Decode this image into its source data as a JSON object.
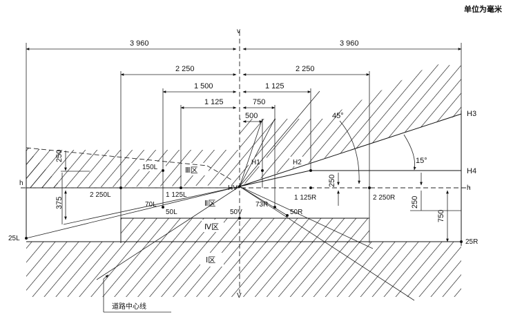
{
  "unit_note": "单位为毫米",
  "axis": {
    "v_top": "v",
    "v_bottom": "V",
    "h_left": "h",
    "h_right": "h"
  },
  "dimensions": {
    "d3960_left": "3 960",
    "d3960_right": "3 960",
    "d2250_left": "2 250",
    "d2250_right": "2 250",
    "d1500": "1 500",
    "d1125_top_right": "1 125",
    "d1125_left": "1 125",
    "d750": "750",
    "d500": "500",
    "v250_left": "250",
    "v375": "375",
    "v250_right": "250",
    "v250_center": "250",
    "v750": "750"
  },
  "angles": {
    "a45": "45°",
    "a15": "15°"
  },
  "zones": {
    "zone1": "Ⅰ区",
    "zone2": "Ⅱ区",
    "zone3": "Ⅲ区",
    "zone4": "Ⅳ区"
  },
  "points": {
    "p25L": "25L",
    "p25R": "25R",
    "p2250L": "2 250L",
    "p2250R": "2 250R",
    "p1125L": "1 125L",
    "p1125R": "1 125R",
    "p50L": "50L",
    "p50V": "50V",
    "p50R": "50R",
    "p70L": "70L",
    "p73R": "73R",
    "p150L": "150L",
    "pHV": "HV",
    "pH1": "H1",
    "pH2": "H2",
    "pH3": "H3",
    "pH4": "H4"
  },
  "legend_road_centerline": "道路中心线"
}
